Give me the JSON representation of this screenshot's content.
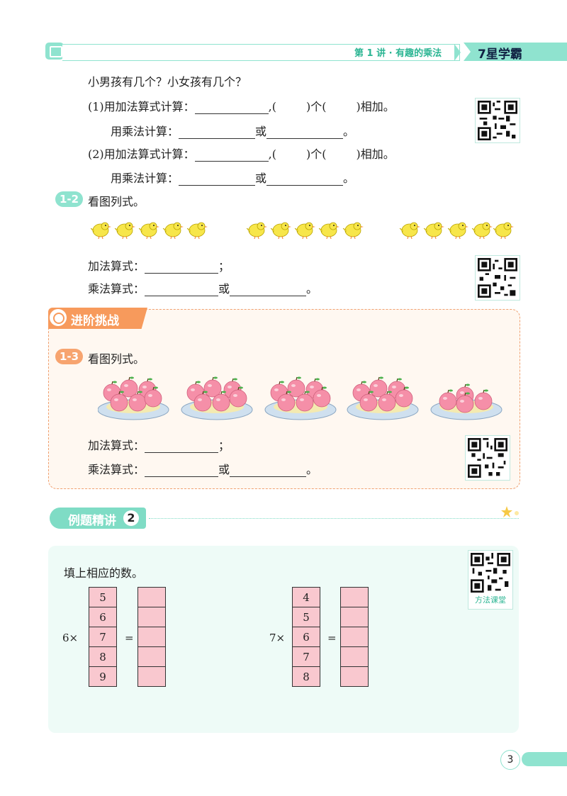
{
  "header": {
    "chapter": "第 1 讲 · 有趣的乘法",
    "brand": "7星学霸"
  },
  "q_intro": "小男孩有几个？小女孩有几个？",
  "q1": {
    "prefix": "(1)用加法算式计算：",
    "sep": ",(",
    "mid1": ")个(",
    "tail": ")相加。",
    "mult_label": "用乘法计算：",
    "or": "或",
    "end": "。"
  },
  "q2": {
    "prefix": "(2)用加法算式计算：",
    "sep": ",(",
    "mid1": ")个(",
    "tail": ")相加。",
    "mult_label": "用乘法计算：",
    "or": "或",
    "end": "。"
  },
  "ex12": {
    "tag": "1-2",
    "title": "看图列式。",
    "add_label": "加法算式：",
    "add_end": "；",
    "mult_label": "乘法算式：",
    "or": "或",
    "end": "。"
  },
  "challenge": {
    "title": "进阶挑战",
    "tag": "1-3",
    "prompt": "看图列式。",
    "add_label": "加法算式：",
    "add_end": "；",
    "mult_label": "乘法算式：",
    "or": "或",
    "end": "。"
  },
  "example": {
    "title": "例题精讲",
    "number": "2",
    "prompt": "填上相应的数。",
    "qr_caption": "方法课堂",
    "left": {
      "factor": "6×",
      "eq": "=",
      "values": [
        "5",
        "6",
        "7",
        "8",
        "9"
      ]
    },
    "right": {
      "factor": "7×",
      "eq": "=",
      "values": [
        "4",
        "5",
        "6",
        "7",
        "8"
      ]
    }
  },
  "page_number": "3",
  "colors": {
    "mint": "#8fe3cf",
    "orange": "#f79a5c",
    "pink": "#f9c8cf"
  },
  "icons": [
    "book-icon",
    "qr-code-icon",
    "chick-icon",
    "apple-plate-icon",
    "star-icon",
    "target-icon"
  ]
}
